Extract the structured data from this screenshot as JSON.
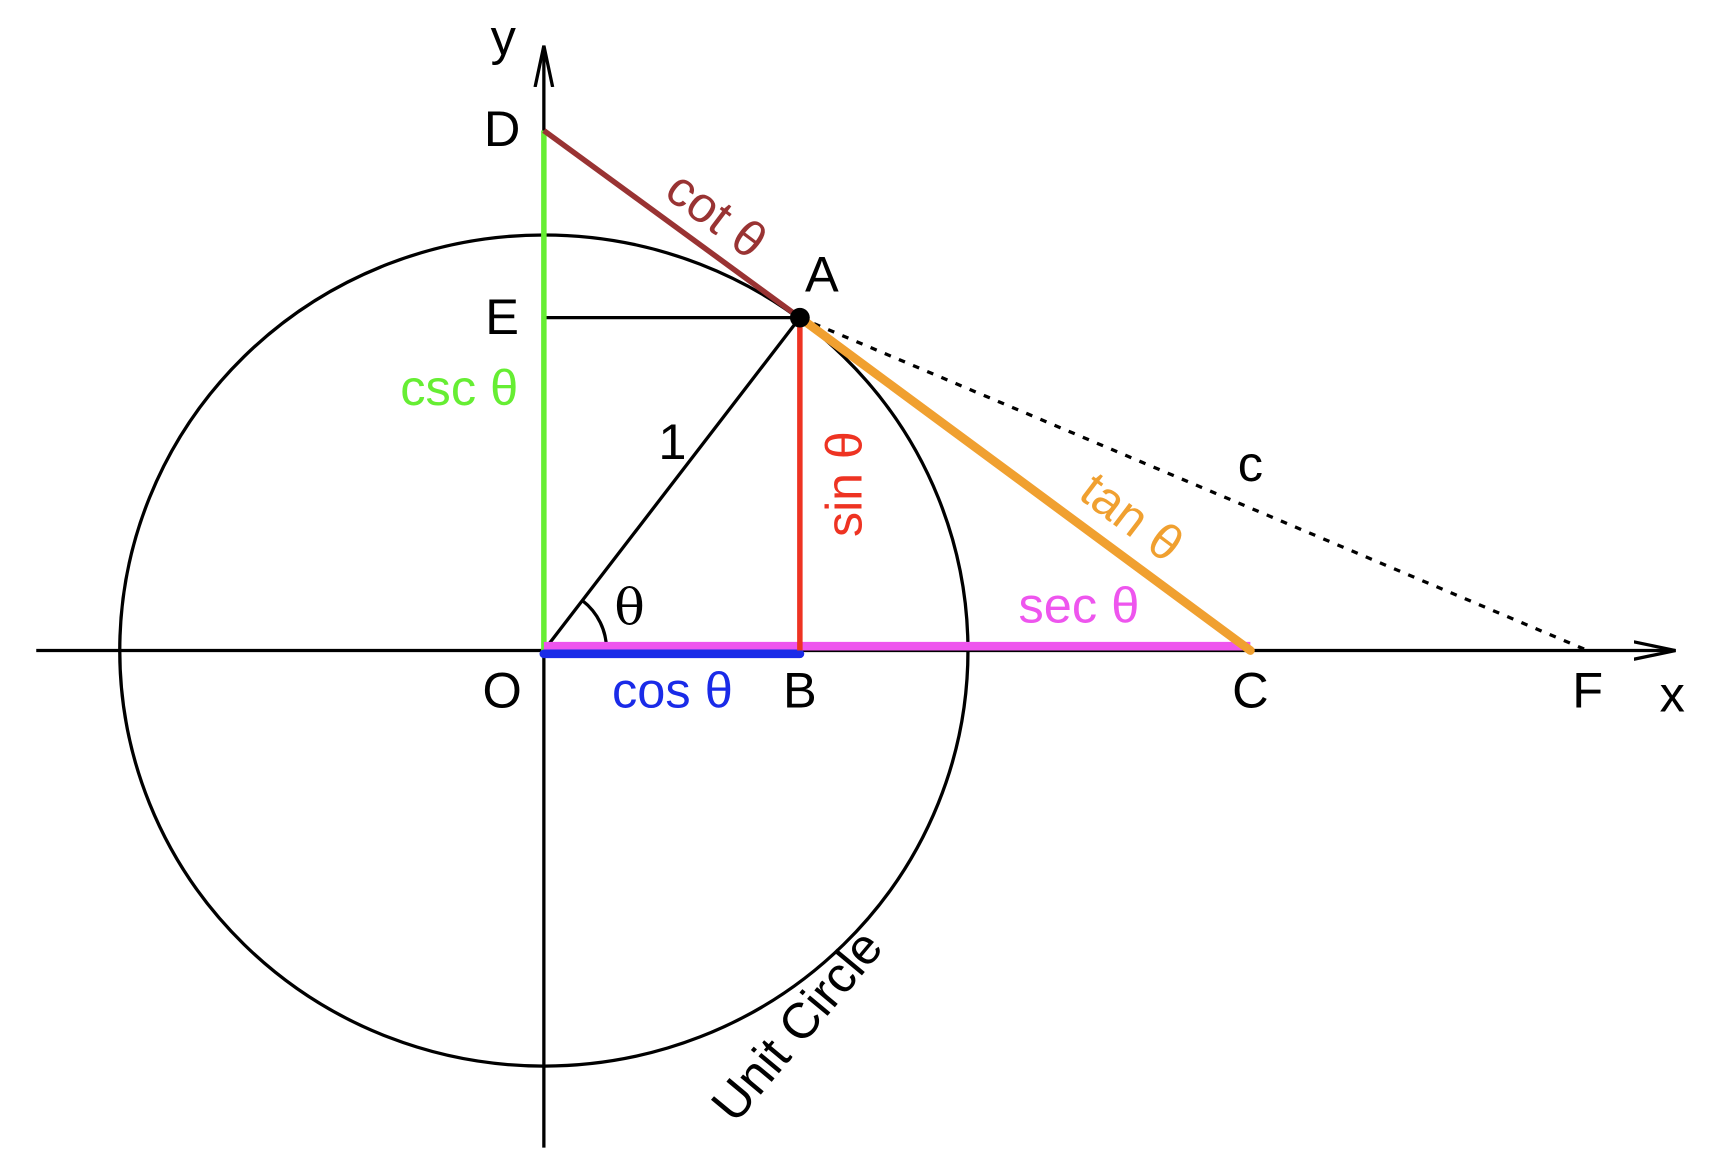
{
  "title": "Unit Circle trigonometric functions",
  "points": {
    "O": "O",
    "A": "A",
    "B": "B",
    "C": "C",
    "D": "D",
    "E": "E",
    "F": "F"
  },
  "axes": {
    "x": "x",
    "y": "y"
  },
  "labels": {
    "radius": "1",
    "theta": "θ",
    "c": "c",
    "sin": "sin θ",
    "cos": "cos θ",
    "tan": "tan θ",
    "cot": "cot θ",
    "sec": "sec θ",
    "csc": "csc θ",
    "unit_circle": "Unit Circle"
  },
  "colors": {
    "sin": "#ee3322",
    "cos": "#1a2be8",
    "tan": "#f0a030",
    "cot": "#993333",
    "sec": "#ee55ee",
    "csc": "#66ee33",
    "ink": "#000000"
  }
}
